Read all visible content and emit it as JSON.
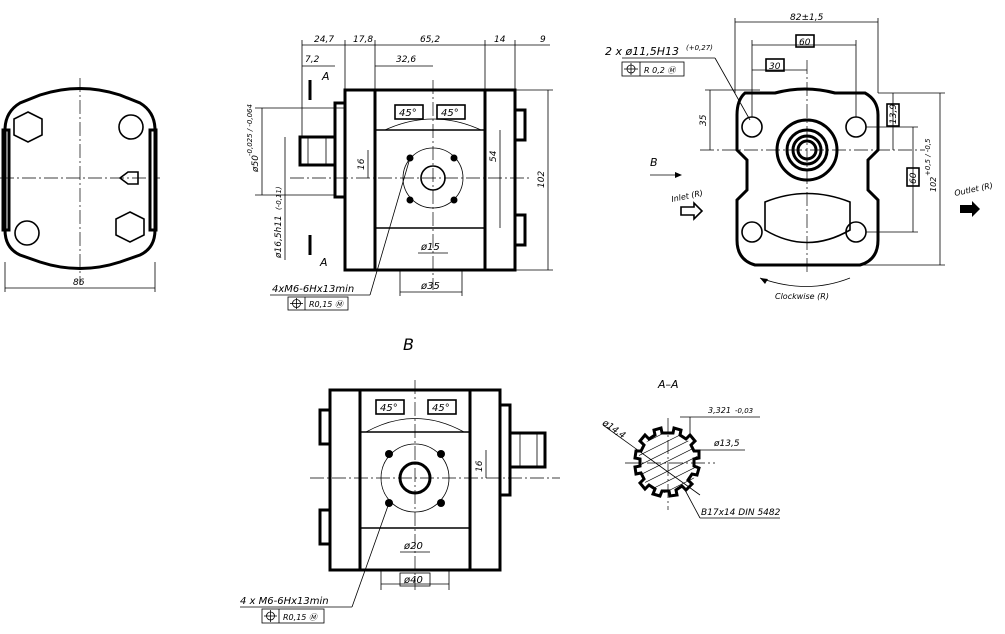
{
  "view_labels": {
    "section_a_top": "A",
    "section_a_bottom": "A",
    "view_b_arrow": "B",
    "view_b_title": "B",
    "section_title": "A–A"
  },
  "dimensions": {
    "left_width": "86",
    "top_24_7": "24,7",
    "top_17_8": "17,8",
    "top_65_2": "65,2",
    "top_14": "14",
    "top_9": "9",
    "top_7_2": "7,2",
    "top_32_6": "32,6",
    "shaft_dia": "ø50",
    "shaft_tol": "-0,025 / -0,064",
    "spline_dia": "ø16,5h11",
    "spline_tol": "(-0,11)",
    "dim_16_side": "16",
    "dim_54": "54",
    "dim_102_side": "102",
    "ang_45_a": "45°",
    "ang_45_b": "45°",
    "dia_15": "ø15",
    "dia_35": "ø35",
    "thread_note_1": "4xM6-6Hx13min",
    "pos_tol_1": "R0,15 Ⓜ",
    "holes_note": "2 x ø11,5H13",
    "holes_tol": "(+0,27)",
    "pos_tol_holes": "R 0,2 Ⓜ",
    "width_82": "82±1,5",
    "box_60": "60",
    "box_30": "30",
    "dim_35": "35",
    "box_13_9": "13,9",
    "box_60_v": "60",
    "dim_102_front": "102",
    "dim_102_tol": "+0,5 / -0,5",
    "ang_45_c": "45°",
    "ang_45_d": "45°",
    "dim_16_b": "16",
    "dia_20": "ø20",
    "dia_40": "ø40",
    "thread_note_2": "4 x M6-6Hx13min",
    "pos_tol_2": "R0,15 Ⓜ",
    "dim_3321": "3,321",
    "dim_3321_tol": "-0,03",
    "dia_14_4": "ø14,4",
    "dia_13_5": "ø13,5",
    "spline_note": "B17x14 DIN 5482"
  },
  "flow_labels": {
    "inlet": "Inlet (R)",
    "outlet": "Outlet (R)",
    "rotation": "Clockwise (R)"
  }
}
